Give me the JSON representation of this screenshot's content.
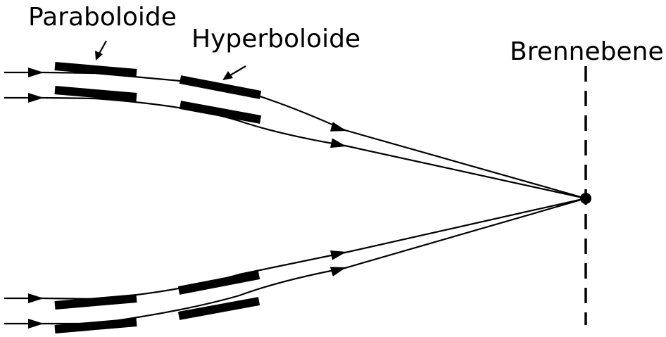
{
  "labels": {
    "paraboloide": "Paraboloide",
    "hyperboloide": "Hyperboloide",
    "brennebene": "Brennebene"
  },
  "colors": {
    "stroke": "#000000",
    "background": "#ffffff"
  }
}
